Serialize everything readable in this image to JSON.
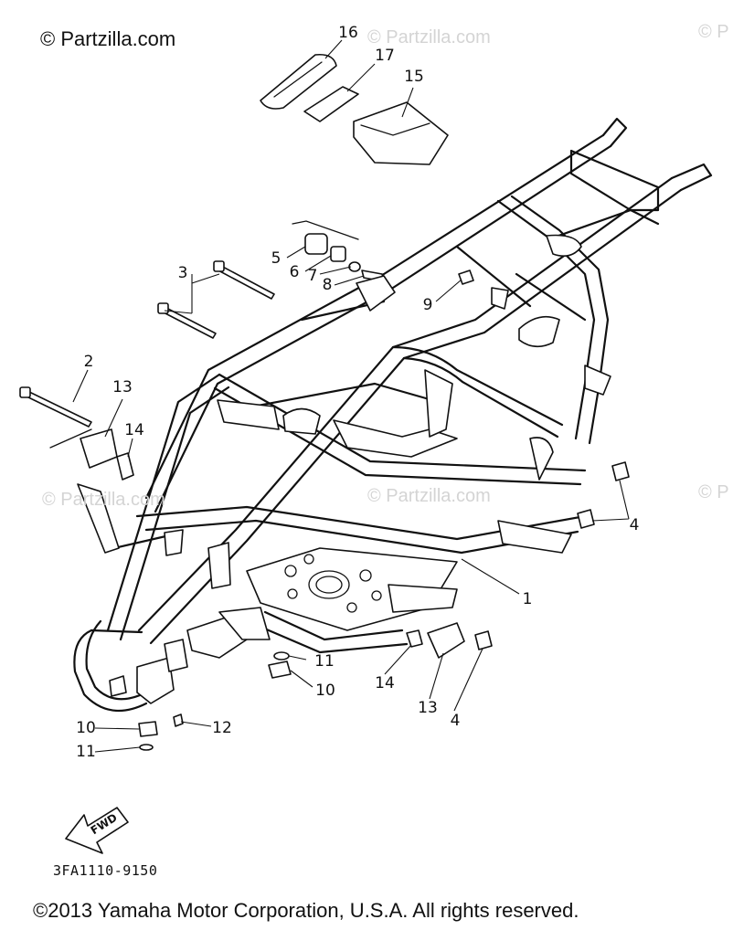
{
  "watermark": {
    "main": "© Partzilla.com",
    "repeat": [
      "© Partzilla.com",
      "© P",
      "© Partzilla.com",
      "© Partzilla.com",
      "© P"
    ]
  },
  "callouts": [
    {
      "id": "16",
      "label": "16"
    },
    {
      "id": "17",
      "label": "17"
    },
    {
      "id": "15",
      "label": "15"
    },
    {
      "id": "5",
      "label": "5"
    },
    {
      "id": "6",
      "label": "6"
    },
    {
      "id": "7",
      "label": "7"
    },
    {
      "id": "8",
      "label": "8"
    },
    {
      "id": "9",
      "label": "9"
    },
    {
      "id": "3",
      "label": "3"
    },
    {
      "id": "2",
      "label": "2"
    },
    {
      "id": "13a",
      "label": "13"
    },
    {
      "id": "14a",
      "label": "14"
    },
    {
      "id": "4a",
      "label": "4"
    },
    {
      "id": "1",
      "label": "1"
    },
    {
      "id": "11a",
      "label": "11"
    },
    {
      "id": "10a",
      "label": "10"
    },
    {
      "id": "14b",
      "label": "14"
    },
    {
      "id": "13b",
      "label": "13"
    },
    {
      "id": "4b",
      "label": "4"
    },
    {
      "id": "12",
      "label": "12"
    },
    {
      "id": "10b",
      "label": "10"
    },
    {
      "id": "11b",
      "label": "11"
    }
  ],
  "fwd_label": "FWD",
  "diagram_code": "3FA1110-9150",
  "copyright": "©2013 Yamaha Motor Corporation, U.S.A. All rights reserved."
}
